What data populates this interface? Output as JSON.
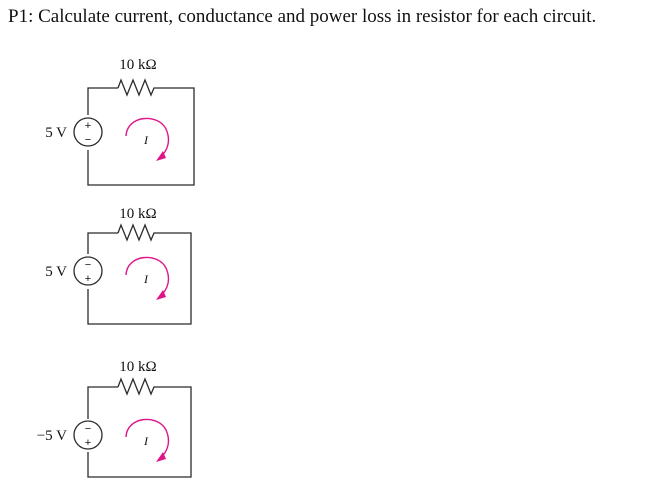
{
  "problem": {
    "title": "P1:  Calculate current, conductance and power loss in resistor for each circuit."
  },
  "circuits": [
    {
      "resistor": "10 kΩ",
      "voltage": "5 V",
      "top_sign": "+",
      "bottom_sign": "−",
      "current": "I"
    },
    {
      "resistor": "10 kΩ",
      "voltage": "5 V",
      "top_sign": "−",
      "bottom_sign": "+",
      "current": "I"
    },
    {
      "resistor": "10 kΩ",
      "voltage": "−5 V",
      "top_sign": "−",
      "bottom_sign": "+",
      "current": "I"
    }
  ],
  "colors": {
    "current_arrow": "#e0148a",
    "wire": "#2b2b2b"
  }
}
